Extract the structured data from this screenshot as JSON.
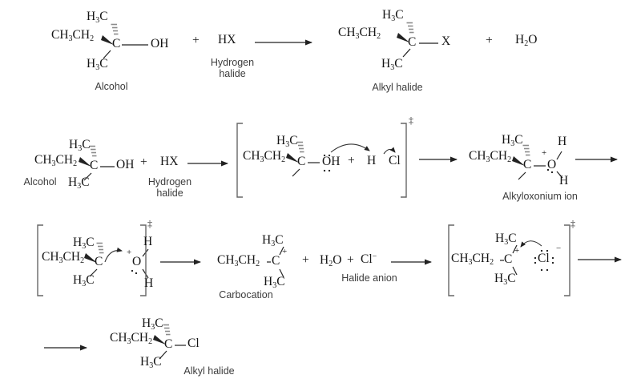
{
  "colors": {
    "ink": "#151515",
    "label_text": "#3c3c3c",
    "hash_wedge": "#8c8c8c",
    "background": "#ffffff"
  },
  "tokens": {
    "ethyl": "CH3CH2",
    "methyl": "H3C",
    "carbon": "C",
    "hydroxyl": "OH",
    "oxygen": "O",
    "hydrogen": "H",
    "plus": "+",
    "hx": "HX",
    "x": "X",
    "water": "H2O",
    "chlorine": "Cl",
    "chloride": "Cl^-",
    "charge_plus": "+",
    "charge_minus": "−",
    "double_dagger": "‡"
  },
  "labels": {
    "alcohol": "Alcohol",
    "hydrogen_halide_line1": "Hydrogen",
    "hydrogen_halide_line2": "halide",
    "alkyl_halide": "Alkyl halide",
    "alkyloxonium_ion": "Alkyloxonium ion",
    "carbocation": "Carbocation",
    "halide_anion": "Halide anion"
  }
}
